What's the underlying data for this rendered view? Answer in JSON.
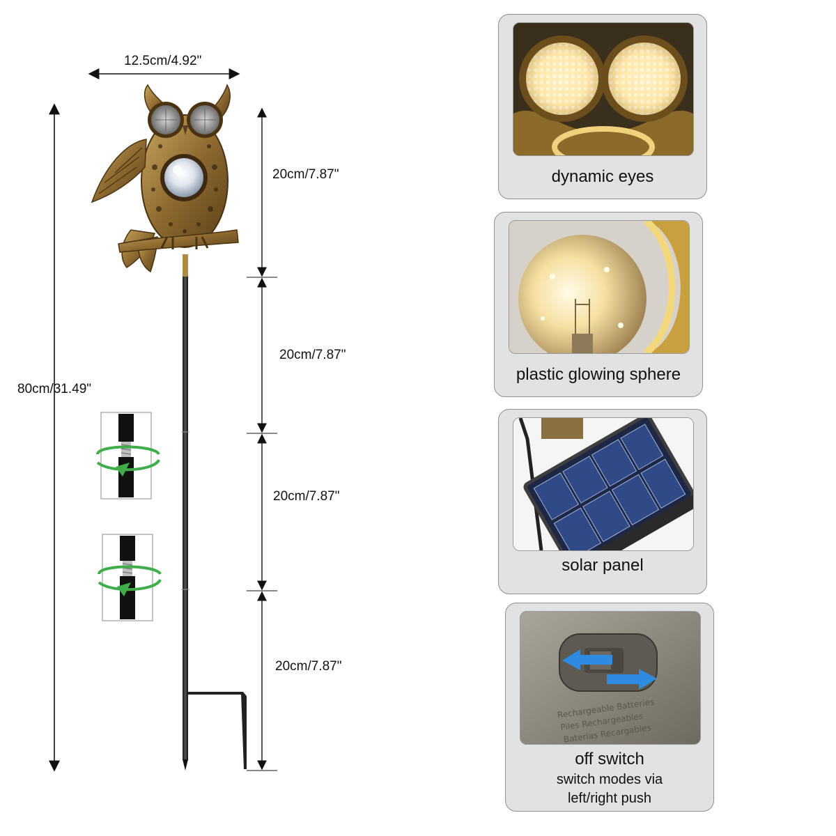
{
  "dimensions": {
    "width": "12.5cm/4.92\"",
    "height_total": "80cm/31.49\"",
    "segments": [
      "20cm/7.87\"",
      "20cm/7.87\"",
      "20cm/7.87\"",
      "20cm/7.87\""
    ]
  },
  "features": [
    {
      "caption": "dynamic eyes"
    },
    {
      "caption": "plastic glowing sphere"
    },
    {
      "caption": "solar panel"
    },
    {
      "caption": "off switch",
      "subcaption_lines": [
        "switch modes via",
        "left/right push"
      ]
    }
  ],
  "switch_panel_text": [
    "Rechargeable Batteries",
    "Piles Rechargeables",
    "Baterias Recargables"
  ],
  "colors": {
    "bronze": "#9c7a3c",
    "glow": "#ffe9a8",
    "card_bg": "#e2e2e2",
    "arrow_green": "#3fae4a",
    "arrow_blue": "#2d8be0",
    "solar_blue": "#2c3c66"
  }
}
